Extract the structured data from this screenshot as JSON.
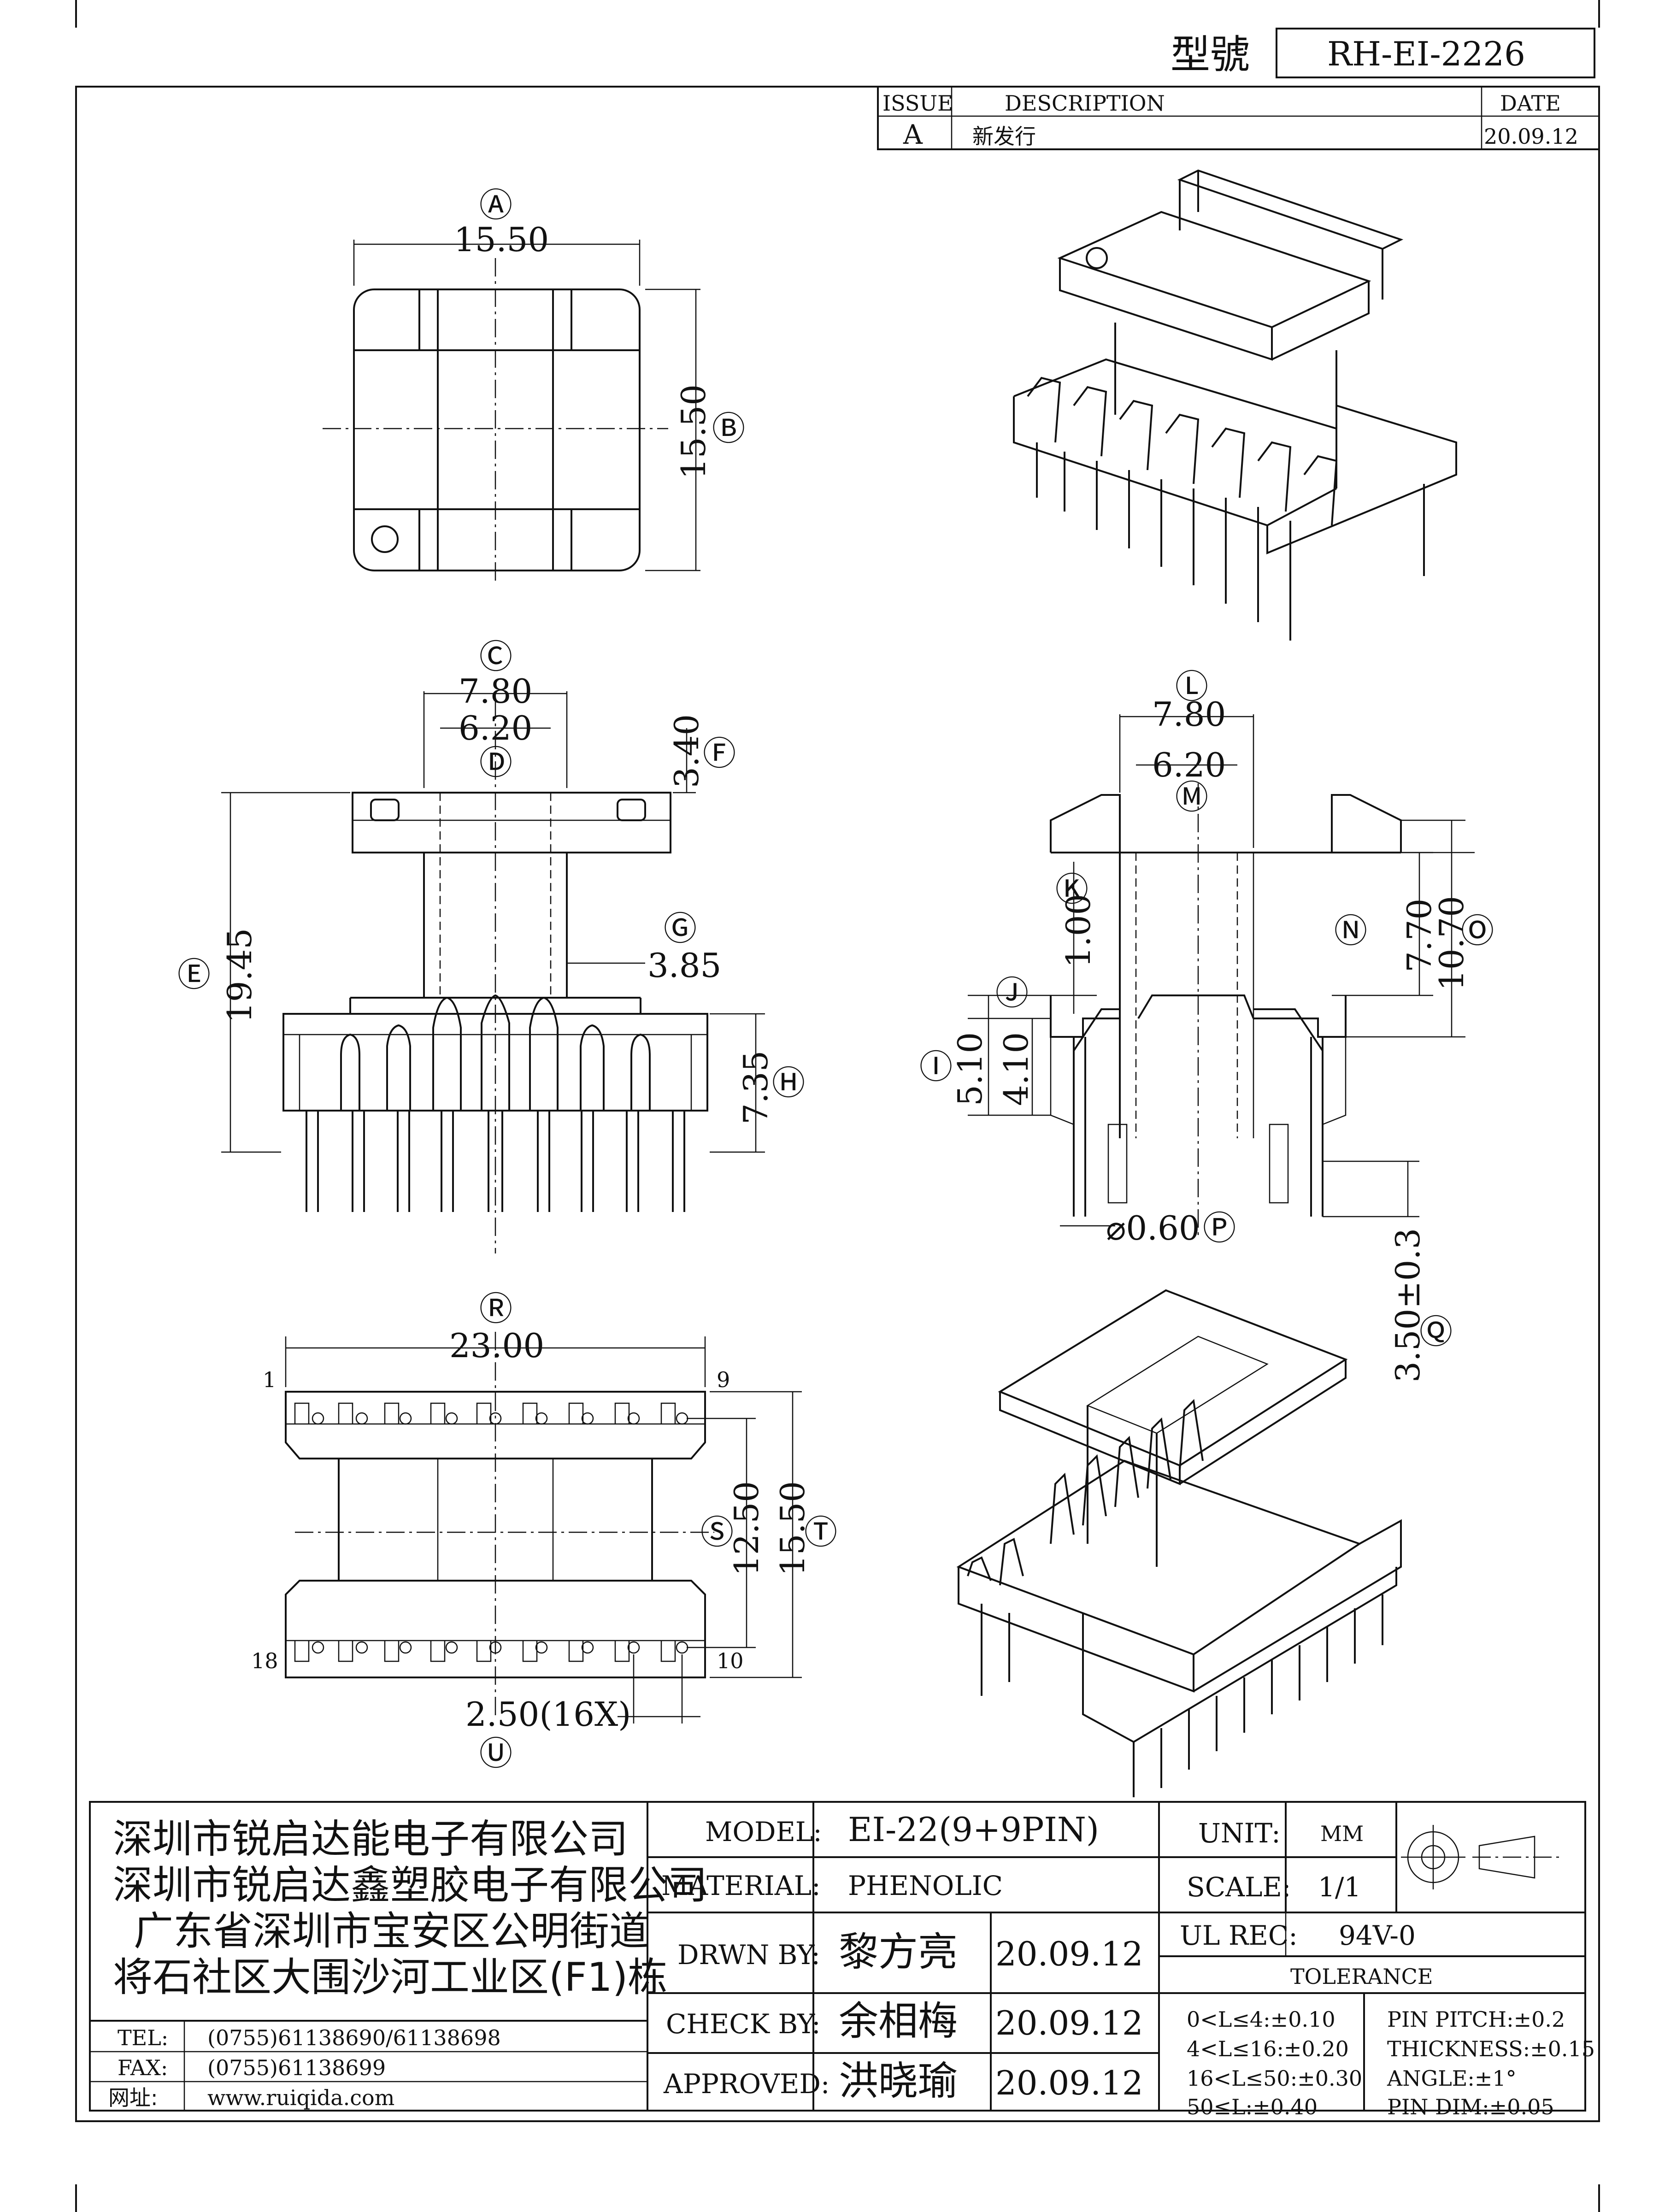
{
  "header": {
    "model_label": "型號",
    "model_value": "RH-EI-2226"
  },
  "revision": {
    "col_issue": "ISSUE",
    "col_description": "DESCRIPTION",
    "col_date": "DATE",
    "issue": "A",
    "description": "新发行",
    "date": "20.09.12"
  },
  "dims": {
    "A": "Ⓐ",
    "A_val": "15.50",
    "B": "Ⓑ",
    "B_val": "15.50",
    "C": "Ⓒ",
    "C_val": "7.80",
    "D": "Ⓓ",
    "D_val": "6.20",
    "E": "Ⓔ",
    "E_val": "19.45",
    "F": "Ⓕ",
    "F_val": "3.40",
    "G": "Ⓖ",
    "G_val": "3.85",
    "H": "Ⓗ",
    "H_val": "7.35",
    "I": "Ⓘ",
    "I_val": "5.10",
    "J": "Ⓙ",
    "J_val": "4.10",
    "K": "Ⓚ",
    "K_val": "1.00",
    "L": "Ⓛ",
    "L_val": "7.80",
    "M": "Ⓜ",
    "M_val": "6.20",
    "N": "Ⓝ",
    "N_val": "7.70",
    "O": "Ⓞ",
    "O_val": "10.70",
    "P": "Ⓟ",
    "P_val": "⌀0.60",
    "Q": "Ⓠ",
    "Q_val": "3.50±0.3",
    "R": "Ⓡ",
    "R_val": "23.00",
    "S": "Ⓢ",
    "S_val": "12.50",
    "T": "Ⓣ",
    "T_val": "15.50",
    "U": "Ⓤ",
    "U_val": "2.50(16X)"
  },
  "pins": {
    "p1": "1",
    "p9": "9",
    "p18": "18",
    "p10": "10"
  },
  "company": {
    "line1": "深圳市锐启达能电子有限公司",
    "line2": "深圳市锐启达鑫塑胶电子有限公司",
    "line3": "广东省深圳市宝安区公明街道",
    "line4": "将石社区大围沙河工业区(F1)栋",
    "tel_label": "TEL:",
    "tel": "(0755)61138690/61138698",
    "fax_label": "FAX:",
    "fax": "(0755)61138699",
    "web_label": "网址:",
    "web": "www.ruiqida.com"
  },
  "title_block": {
    "model_label": "MODEL:",
    "model": "EI-22(9+9PIN)",
    "material_label": "MATERIAL:",
    "material": "PHENOLIC",
    "drawn_label": "DRWN BY:",
    "drawn_name": "黎方亮",
    "drawn_date": "20.09.12",
    "check_label": "CHECK BY:",
    "check_name": "余相梅",
    "check_date": "20.09.12",
    "approved_label": "APPROVED:",
    "approved_name": "洪晓瑜",
    "approved_date": "20.09.12",
    "unit_label": "UNIT:",
    "unit": "MM",
    "scale_label": "SCALE:",
    "scale": "1/1",
    "ul_label": "UL REC:",
    "ul": "94V-0",
    "tolerance_label": "TOLERANCE",
    "tol1": "0<L≤4:±0.10",
    "tol2": "4<L≤16:±0.20",
    "tol3": "16<L≤50:±0.30",
    "tol4": "50≤L:±0.40",
    "tol5": "PIN PITCH:±0.2",
    "tol6": "THICKNESS:±0.15",
    "tol7": "ANGLE:±1°",
    "tol8": "PIN DIM:±0.05"
  }
}
